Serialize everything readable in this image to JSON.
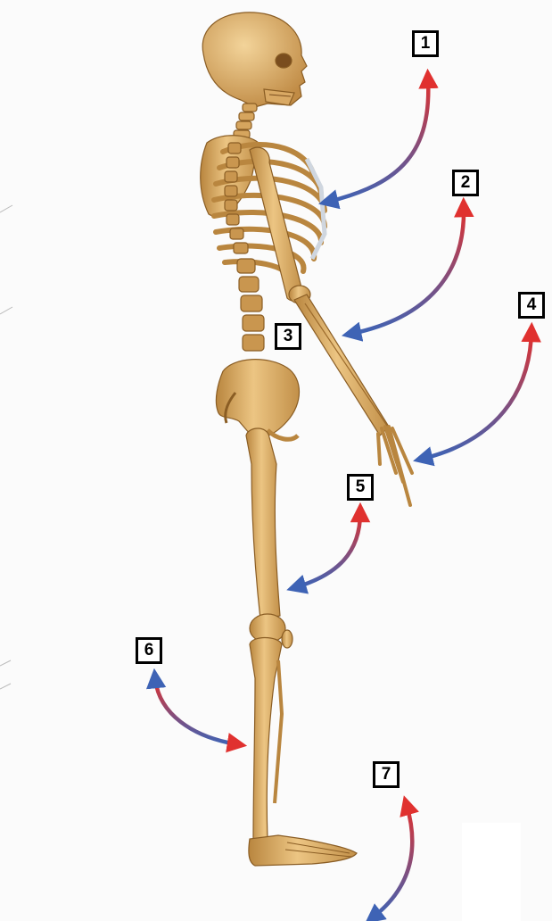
{
  "labels": [
    "1",
    "2",
    "3",
    "4",
    "5",
    "6",
    "7"
  ],
  "colors": {
    "background": "#fbfbfb",
    "bone": "#e2b56d",
    "bone_shadow": "#b9863f",
    "bone_outline": "#8a5d24",
    "arrow_red": "#e0312f",
    "arrow_blue": "#3e63b5",
    "label_border": "#000000"
  }
}
